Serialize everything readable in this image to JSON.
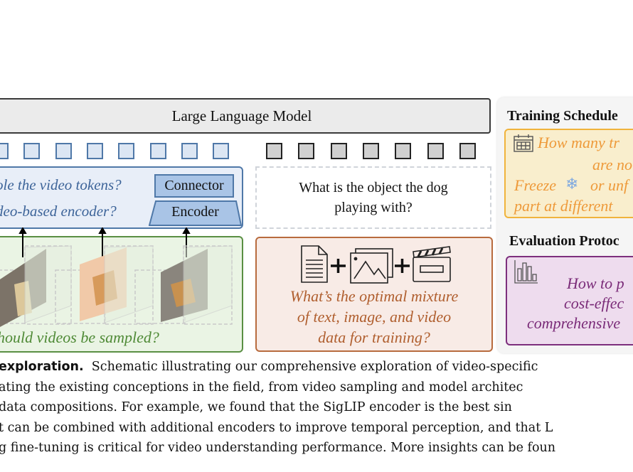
{
  "figure": {
    "llm_label": "Large Language Model",
    "video_token_count": 8,
    "text_token_count": 7,
    "architecture": {
      "question_line1": "ole the video tokens?",
      "question_line2": "deo-based encoder?",
      "connector_label": "Connector",
      "encoder_label": "Encoder"
    },
    "sampling": {
      "question": "hould videos be sampled?",
      "frame_icons": [
        "video-frame-dog-1",
        "video-frame-dog-2",
        "video-frame-dog-3"
      ]
    },
    "text_query": "What is the object the dog playing with?",
    "data_mixture": {
      "icons": [
        "document-icon",
        "plus-icon",
        "image-icon",
        "plus-icon",
        "clapperboard-icon"
      ],
      "question_lines": [
        "What’s the optimal mixture",
        "of text, image, and video",
        "data for training?"
      ]
    },
    "training_schedule": {
      "title": "Training Schedule",
      "lines": [
        "How many tr",
        "are no",
        "Freeze",
        "or unf",
        "part at different"
      ],
      "icons": [
        "calendar-icon",
        "snowflake-icon"
      ]
    },
    "evaluation_protocol": {
      "title": "Evaluation Protoc",
      "lines": [
        "How to p",
        "cost-effec",
        "comprehensive"
      ],
      "icon": "bar-chart-icon"
    }
  },
  "caption": {
    "bold_lead": "exploration.",
    "line1": "Schematic illustrating our comprehensive exploration of video-specific",
    "line2": "ating the existing conceptions in the field, from video sampling and model architec",
    "line3": "data compositions.  For example, we found that the SigLIP encoder is the best sin",
    "line4": "t can be combined with additional encoders to improve temporal perception, and that L",
    "line5": "g fine-tuning is critical for video understanding performance. More insights can be foun"
  }
}
